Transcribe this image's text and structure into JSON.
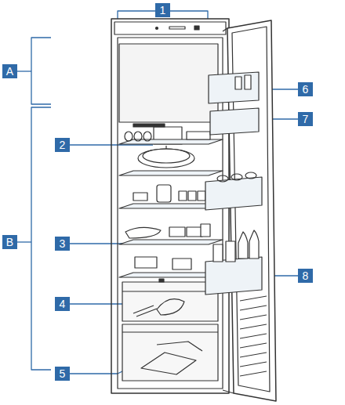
{
  "diagram": {
    "labels": [
      "1",
      "A",
      "2",
      "6",
      "7",
      "B",
      "3",
      "4",
      "8",
      "5"
    ]
  }
}
